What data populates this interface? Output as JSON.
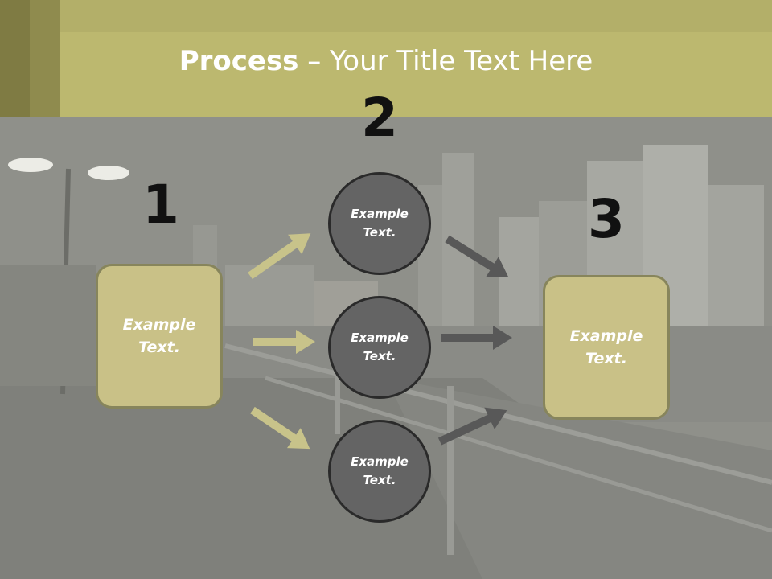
{
  "title": {
    "bold": "Process",
    "rest": " – Your Title Text Here"
  },
  "steps": [
    {
      "number": "1",
      "text": "Example\nText."
    },
    {
      "number": "2",
      "circles": [
        "Example\nText.",
        "Example\nText.",
        "Example\nText."
      ]
    },
    {
      "number": "3",
      "text": "Example\nText."
    }
  ],
  "colors": {
    "header_band": "#bcb86f",
    "box_fill": "#c9c187",
    "circle_fill": "#646464",
    "left_arrows": "#c8c38a",
    "right_arrows": "#585858"
  }
}
